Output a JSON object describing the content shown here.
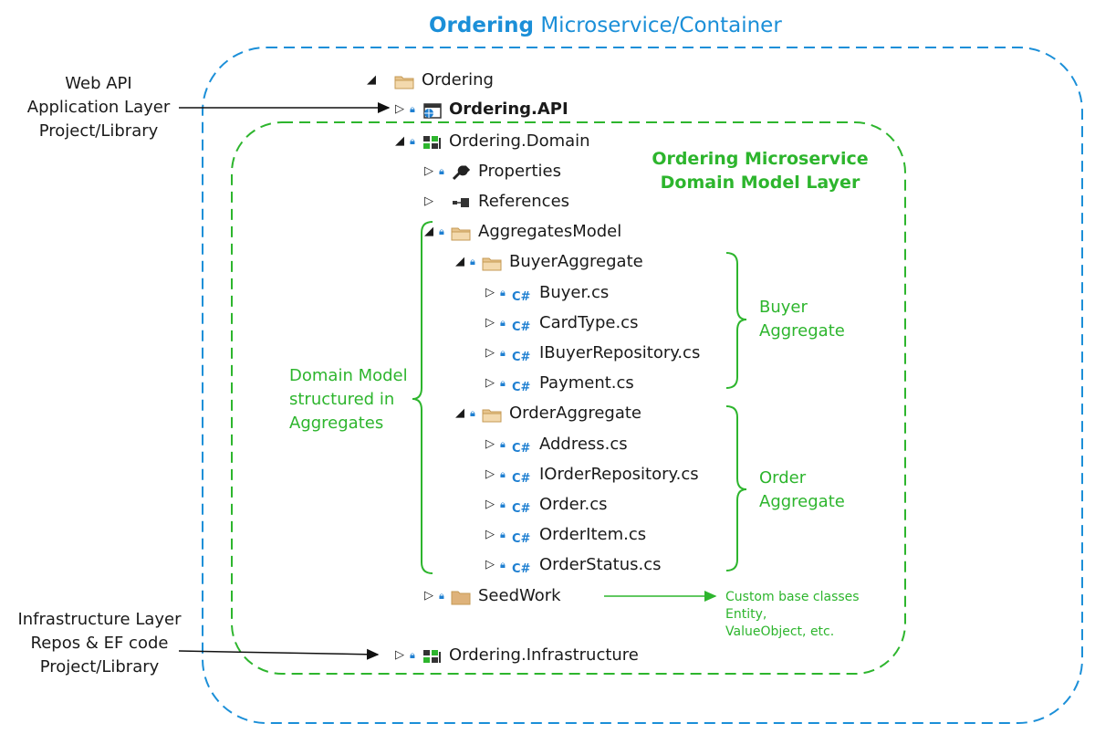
{
  "title": {
    "bold": "Ordering",
    "rest": " Microservice/Container"
  },
  "left_labels": {
    "web_api": [
      "Web API",
      "Application Layer",
      "Project/Library"
    ],
    "infra": [
      "Infrastructure Layer",
      "Repos & EF code",
      "Project/Library"
    ]
  },
  "domain_layer": [
    "Ordering Microservice",
    "Domain Model Layer"
  ],
  "domain_model_note": [
    "Domain Model",
    "structured in",
    "Aggregates"
  ],
  "buyer_note": [
    "Buyer",
    "Aggregate"
  ],
  "order_note": [
    "Order",
    "Aggregate"
  ],
  "seedwork_note": [
    "Custom base classes",
    "Entity,",
    "ValueObject, etc."
  ],
  "tree": {
    "ordering": "Ordering",
    "api": "Ordering.API",
    "domain": "Ordering.Domain",
    "properties": "Properties",
    "references": "References",
    "aggregates_model": "AggregatesModel",
    "buyer_aggregate": "BuyerAggregate",
    "buyer_files": [
      "Buyer.cs",
      "CardType.cs",
      "IBuyerRepository.cs",
      "Payment.cs"
    ],
    "order_aggregate": "OrderAggregate",
    "order_files": [
      "Address.cs",
      "IOrderRepository.cs",
      "Order.cs",
      "OrderItem.cs",
      "OrderStatus.cs"
    ],
    "seedwork": "SeedWork",
    "infrastructure": "Ordering.Infrastructure"
  },
  "cs_icon_text": "C#",
  "colors": {
    "outer_border": "#1b8fd8",
    "inner_border": "#2db52d",
    "accent_green": "#2db52d",
    "title_blue": "#1b8fd8",
    "folder": "#d9b27a"
  }
}
